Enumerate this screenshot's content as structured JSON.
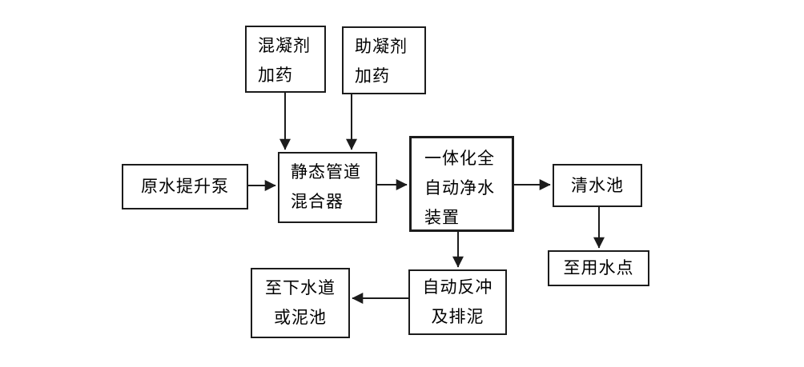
{
  "diagram": {
    "background_color": "#ffffff",
    "line_color": "#1c1c1c",
    "text_color": "#000000",
    "boxes": {
      "coagulant_dosing": "混凝剂\n加药",
      "coagulant_aid_dosing": "助凝剂\n加药",
      "raw_water_pump": "原水提升泵",
      "static_pipe_mixer": "静态管道\n混合器",
      "integrated_auto_purifier": "一体化全\n自动净水\n装置",
      "clear_water_tank": "清水池",
      "to_water_use_point": "至用水点",
      "auto_backwash_sludge": "自动反冲\n及排泥",
      "to_sewer_or_sludge_pool": "至下水道\n或泥池"
    },
    "edges": [
      {
        "from": "coagulant_dosing",
        "to": "static_pipe_mixer"
      },
      {
        "from": "coagulant_aid_dosing",
        "to": "static_pipe_mixer"
      },
      {
        "from": "raw_water_pump",
        "to": "static_pipe_mixer"
      },
      {
        "from": "static_pipe_mixer",
        "to": "integrated_auto_purifier"
      },
      {
        "from": "integrated_auto_purifier",
        "to": "clear_water_tank"
      },
      {
        "from": "clear_water_tank",
        "to": "to_water_use_point"
      },
      {
        "from": "integrated_auto_purifier",
        "to": "auto_backwash_sludge"
      },
      {
        "from": "auto_backwash_sludge",
        "to": "to_sewer_or_sludge_pool"
      }
    ]
  }
}
